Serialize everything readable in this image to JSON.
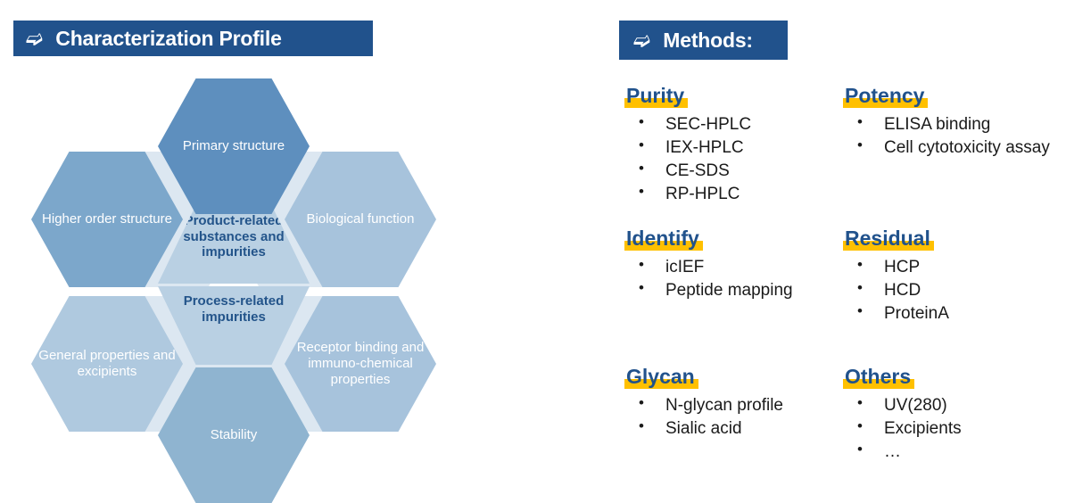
{
  "left_panel": {
    "header": {
      "arrow_icon": "chevron-right-arrow-icon",
      "title": "Characterization Profile"
    },
    "hexagons": [
      {
        "id": "primary",
        "label": "Primary structure",
        "color": "#5E8FBE"
      },
      {
        "id": "higher",
        "label": "Higher order structure",
        "color": "#7CA7CB"
      },
      {
        "id": "biological",
        "label": "Biological function",
        "color": "#A7C3DC"
      },
      {
        "id": "general",
        "label": "General properties and excipients",
        "color": "#AFC9DF"
      },
      {
        "id": "receptor",
        "label": "Receptor binding and immuno-chemical properties",
        "color": "#A7C3DC"
      },
      {
        "id": "stability",
        "label": "Stability",
        "color": "#8FB4D0"
      },
      {
        "id": "center_top",
        "label": "Product-related substances and impurities",
        "color": "#B9D0E3"
      },
      {
        "id": "center_bottom",
        "label": "Process-related impurities",
        "color": "#B9D0E3"
      }
    ]
  },
  "right_panel": {
    "header": {
      "arrow_icon": "chevron-right-arrow-icon",
      "title": "Methods:"
    },
    "accent_color": "#21528C",
    "highlight_color": "#FFC000",
    "categories": [
      {
        "id": "purity",
        "title": "Purity",
        "items": [
          "SEC-HPLC",
          "IEX-HPLC",
          "CE-SDS",
          "RP-HPLC"
        ]
      },
      {
        "id": "potency",
        "title": "Potency",
        "items": [
          "ELISA binding",
          "Cell cytotoxicity assay"
        ]
      },
      {
        "id": "identify",
        "title": "Identify",
        "items": [
          "icIEF",
          "Peptide mapping"
        ]
      },
      {
        "id": "residual",
        "title": "Residual",
        "items": [
          "HCP",
          "HCD",
          "ProteinA"
        ]
      },
      {
        "id": "glycan",
        "title": "Glycan",
        "items": [
          "N-glycan profile",
          "Sialic acid"
        ]
      },
      {
        "id": "others",
        "title": "Others",
        "items": [
          "UV(280)",
          "Excipients",
          "…"
        ]
      }
    ]
  }
}
